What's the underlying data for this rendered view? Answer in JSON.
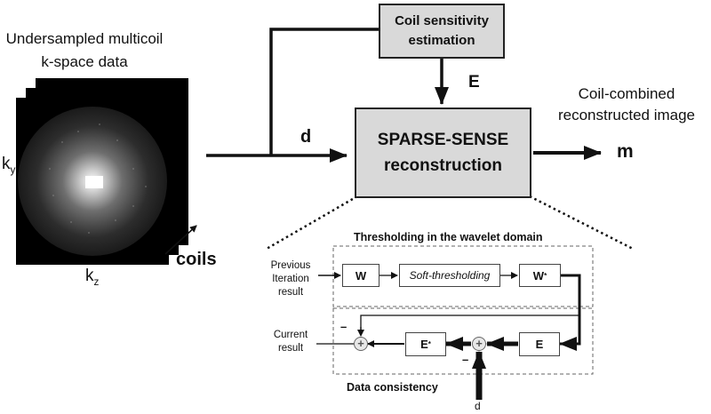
{
  "kspace": {
    "title_line1": "Undersampled multicoil",
    "title_line2": "k-space data",
    "axis_y": "k",
    "axis_y_sub": "y",
    "axis_z": "k",
    "axis_z_sub": "z",
    "coils_label": "coils"
  },
  "blocks": {
    "coil_sens_line1": "Coil sensitivity",
    "coil_sens_line2": "estimation",
    "sparse_line1": "SPARSE-SENSE",
    "sparse_line2": "reconstruction"
  },
  "signals": {
    "d": "d",
    "E": "E",
    "m": "m",
    "output_line1": "Coil-combined",
    "output_line2": "reconstructed image"
  },
  "detail": {
    "threshold_title": "Thresholding in the wavelet domain",
    "consistency_title": "Data consistency",
    "prev_line1": "Previous",
    "prev_line2": "Iteration",
    "prev_line3": "result",
    "current_line1": "Current",
    "current_line2": "result",
    "W": "W",
    "soft": "Soft-thresholding",
    "W_star": "W",
    "star": "*",
    "E_star": "E",
    "E": "E",
    "minus": "–",
    "d": "d",
    "plus": "+"
  },
  "colors": {
    "box_fill": "#d9d9d9",
    "line": "#111111"
  }
}
